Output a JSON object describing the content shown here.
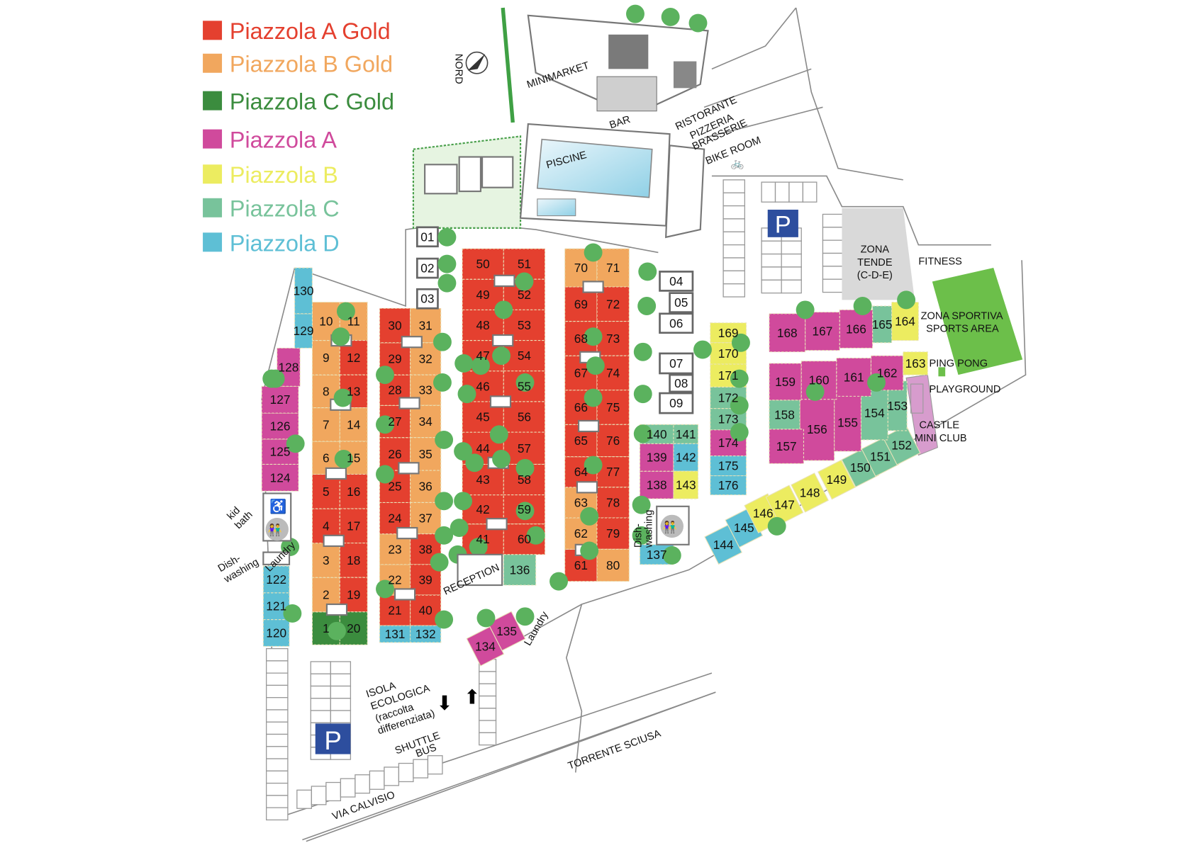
{
  "colors": {
    "AG": "#e4402f",
    "BG": "#f1a75e",
    "CG": "#3b8c3e",
    "A": "#d04a9c",
    "B": "#ecec60",
    "C": "#78c39b",
    "D": "#5ebfd5",
    "white": "#ffffff",
    "parking": "#2d4e9e",
    "tree": "#5bb25e",
    "sports": "#6cbf4a",
    "tende": "#d9d9d9",
    "castle": "#d79ccd"
  },
  "legend": [
    {
      "key": "AG",
      "label": "Piazzola A Gold"
    },
    {
      "key": "BG",
      "label": "Piazzola B Gold"
    },
    {
      "key": "CG",
      "label": "Piazzola C Gold"
    },
    {
      "key": "A",
      "label": "Piazzola A"
    },
    {
      "key": "B",
      "label": "Piazzola B"
    },
    {
      "key": "C",
      "label": "Piazzola C"
    },
    {
      "key": "D",
      "label": "Piazzola D"
    }
  ],
  "plots": [
    {
      "n": "1",
      "c": "CG"
    },
    {
      "n": "2",
      "c": "BG"
    },
    {
      "n": "3",
      "c": "BG"
    },
    {
      "n": "4",
      "c": "AG"
    },
    {
      "n": "5",
      "c": "AG"
    },
    {
      "n": "6",
      "c": "BG"
    },
    {
      "n": "7",
      "c": "BG"
    },
    {
      "n": "8",
      "c": "BG"
    },
    {
      "n": "9",
      "c": "BG"
    },
    {
      "n": "10",
      "c": "BG"
    },
    {
      "n": "11",
      "c": "BG"
    },
    {
      "n": "12",
      "c": "AG"
    },
    {
      "n": "13",
      "c": "AG"
    },
    {
      "n": "14",
      "c": "BG"
    },
    {
      "n": "15",
      "c": "BG"
    },
    {
      "n": "16",
      "c": "AG"
    },
    {
      "n": "17",
      "c": "AG"
    },
    {
      "n": "18",
      "c": "AG"
    },
    {
      "n": "19",
      "c": "AG"
    },
    {
      "n": "20",
      "c": "CG"
    },
    {
      "n": "21",
      "c": "AG"
    },
    {
      "n": "22",
      "c": "BG"
    },
    {
      "n": "23",
      "c": "BG"
    },
    {
      "n": "24",
      "c": "AG"
    },
    {
      "n": "25",
      "c": "AG"
    },
    {
      "n": "26",
      "c": "AG"
    },
    {
      "n": "27",
      "c": "AG"
    },
    {
      "n": "28",
      "c": "AG"
    },
    {
      "n": "29",
      "c": "AG"
    },
    {
      "n": "30",
      "c": "AG"
    },
    {
      "n": "31",
      "c": "BG"
    },
    {
      "n": "32",
      "c": "BG"
    },
    {
      "n": "33",
      "c": "BG"
    },
    {
      "n": "34",
      "c": "BG"
    },
    {
      "n": "35",
      "c": "BG"
    },
    {
      "n": "36",
      "c": "BG"
    },
    {
      "n": "37",
      "c": "BG"
    },
    {
      "n": "38",
      "c": "AG"
    },
    {
      "n": "39",
      "c": "AG"
    },
    {
      "n": "40",
      "c": "AG"
    },
    {
      "n": "41",
      "c": "AG"
    },
    {
      "n": "42",
      "c": "AG"
    },
    {
      "n": "43",
      "c": "AG"
    },
    {
      "n": "44",
      "c": "AG"
    },
    {
      "n": "45",
      "c": "AG"
    },
    {
      "n": "46",
      "c": "AG"
    },
    {
      "n": "47",
      "c": "AG"
    },
    {
      "n": "48",
      "c": "AG"
    },
    {
      "n": "49",
      "c": "AG"
    },
    {
      "n": "50",
      "c": "AG"
    },
    {
      "n": "51",
      "c": "AG"
    },
    {
      "n": "52",
      "c": "AG"
    },
    {
      "n": "53",
      "c": "AG"
    },
    {
      "n": "54",
      "c": "AG"
    },
    {
      "n": "55",
      "c": "AG"
    },
    {
      "n": "56",
      "c": "AG"
    },
    {
      "n": "57",
      "c": "AG"
    },
    {
      "n": "58",
      "c": "AG"
    },
    {
      "n": "59",
      "c": "AG"
    },
    {
      "n": "60",
      "c": "AG"
    },
    {
      "n": "61",
      "c": "AG"
    },
    {
      "n": "62",
      "c": "BG"
    },
    {
      "n": "63",
      "c": "BG"
    },
    {
      "n": "64",
      "c": "AG"
    },
    {
      "n": "65",
      "c": "AG"
    },
    {
      "n": "66",
      "c": "AG"
    },
    {
      "n": "67",
      "c": "AG"
    },
    {
      "n": "68",
      "c": "AG"
    },
    {
      "n": "69",
      "c": "AG"
    },
    {
      "n": "70",
      "c": "BG"
    },
    {
      "n": "71",
      "c": "BG"
    },
    {
      "n": "72",
      "c": "AG"
    },
    {
      "n": "73",
      "c": "AG"
    },
    {
      "n": "74",
      "c": "AG"
    },
    {
      "n": "75",
      "c": "AG"
    },
    {
      "n": "76",
      "c": "AG"
    },
    {
      "n": "77",
      "c": "AG"
    },
    {
      "n": "78",
      "c": "AG"
    },
    {
      "n": "79",
      "c": "AG"
    },
    {
      "n": "80",
      "c": "BG"
    },
    {
      "n": "01",
      "c": "white"
    },
    {
      "n": "02",
      "c": "white"
    },
    {
      "n": "03",
      "c": "white"
    },
    {
      "n": "04",
      "c": "white"
    },
    {
      "n": "05",
      "c": "white"
    },
    {
      "n": "06",
      "c": "white"
    },
    {
      "n": "07",
      "c": "white"
    },
    {
      "n": "08",
      "c": "white"
    },
    {
      "n": "09",
      "c": "white"
    },
    {
      "n": "120",
      "c": "D"
    },
    {
      "n": "121",
      "c": "D"
    },
    {
      "n": "122",
      "c": "D"
    },
    {
      "n": "124",
      "c": "A"
    },
    {
      "n": "125",
      "c": "A"
    },
    {
      "n": "126",
      "c": "A"
    },
    {
      "n": "127",
      "c": "A"
    },
    {
      "n": "128",
      "c": "A"
    },
    {
      "n": "129",
      "c": "D"
    },
    {
      "n": "130",
      "c": "D"
    },
    {
      "n": "131",
      "c": "D"
    },
    {
      "n": "132",
      "c": "D"
    },
    {
      "n": "134",
      "c": "A"
    },
    {
      "n": "135",
      "c": "A"
    },
    {
      "n": "136",
      "c": "C"
    },
    {
      "n": "137",
      "c": "D"
    },
    {
      "n": "138",
      "c": "A"
    },
    {
      "n": "139",
      "c": "A"
    },
    {
      "n": "140",
      "c": "C"
    },
    {
      "n": "141",
      "c": "C"
    },
    {
      "n": "142",
      "c": "D"
    },
    {
      "n": "143",
      "c": "B"
    },
    {
      "n": "144",
      "c": "D"
    },
    {
      "n": "145",
      "c": "D"
    },
    {
      "n": "146",
      "c": "B"
    },
    {
      "n": "147",
      "c": "B"
    },
    {
      "n": "148",
      "c": "B"
    },
    {
      "n": "149",
      "c": "B"
    },
    {
      "n": "150",
      "c": "C"
    },
    {
      "n": "151",
      "c": "C"
    },
    {
      "n": "152",
      "c": "C"
    },
    {
      "n": "153",
      "c": "C"
    },
    {
      "n": "154",
      "c": "C"
    },
    {
      "n": "155",
      "c": "A"
    },
    {
      "n": "156",
      "c": "A"
    },
    {
      "n": "157",
      "c": "A"
    },
    {
      "n": "158",
      "c": "C"
    },
    {
      "n": "159",
      "c": "A"
    },
    {
      "n": "160",
      "c": "A"
    },
    {
      "n": "161",
      "c": "A"
    },
    {
      "n": "162",
      "c": "A"
    },
    {
      "n": "163",
      "c": "B"
    },
    {
      "n": "164",
      "c": "B"
    },
    {
      "n": "165",
      "c": "C"
    },
    {
      "n": "166",
      "c": "A"
    },
    {
      "n": "167",
      "c": "A"
    },
    {
      "n": "168",
      "c": "A"
    },
    {
      "n": "169",
      "c": "B"
    },
    {
      "n": "170",
      "c": "B"
    },
    {
      "n": "171",
      "c": "B"
    },
    {
      "n": "172",
      "c": "C"
    },
    {
      "n": "173",
      "c": "C"
    },
    {
      "n": "174",
      "c": "A"
    },
    {
      "n": "175",
      "c": "D"
    },
    {
      "n": "176",
      "c": "D"
    }
  ],
  "labels": {
    "north": "NORD",
    "minimarket": "MINIMARKET",
    "bar": "BAR",
    "ristorante": [
      "RISTORANTE",
      "PIZZERIA",
      "BRASSERIE"
    ],
    "bike_room": "BIKE ROOM",
    "piscine": "PISCINE",
    "parking": "P",
    "zona_tende": [
      "ZONA",
      "TENDE",
      "(C-D-E)"
    ],
    "fitness": "FITNESS",
    "zona_sportiva": [
      "ZONA SPORTIVA",
      "SPORTS AREA"
    ],
    "ping_pong": "PING PONG",
    "playground": "PLAYGROUND",
    "castle": [
      "CASTLE",
      "MINI CLUB"
    ],
    "reception": "RECEPTION",
    "laundry": "Laundry",
    "dish_washing": [
      "Dish-",
      "washing"
    ],
    "kid_bath": [
      "kid",
      "bath"
    ],
    "isola": [
      "ISOLA",
      "ECOLOGICA",
      "(raccolta",
      "differenziata)"
    ],
    "shuttle": [
      "SHUTTLE",
      "BUS"
    ],
    "torrente": "TORRENTE SCIUSA",
    "via": "VIA CALVISIO"
  }
}
